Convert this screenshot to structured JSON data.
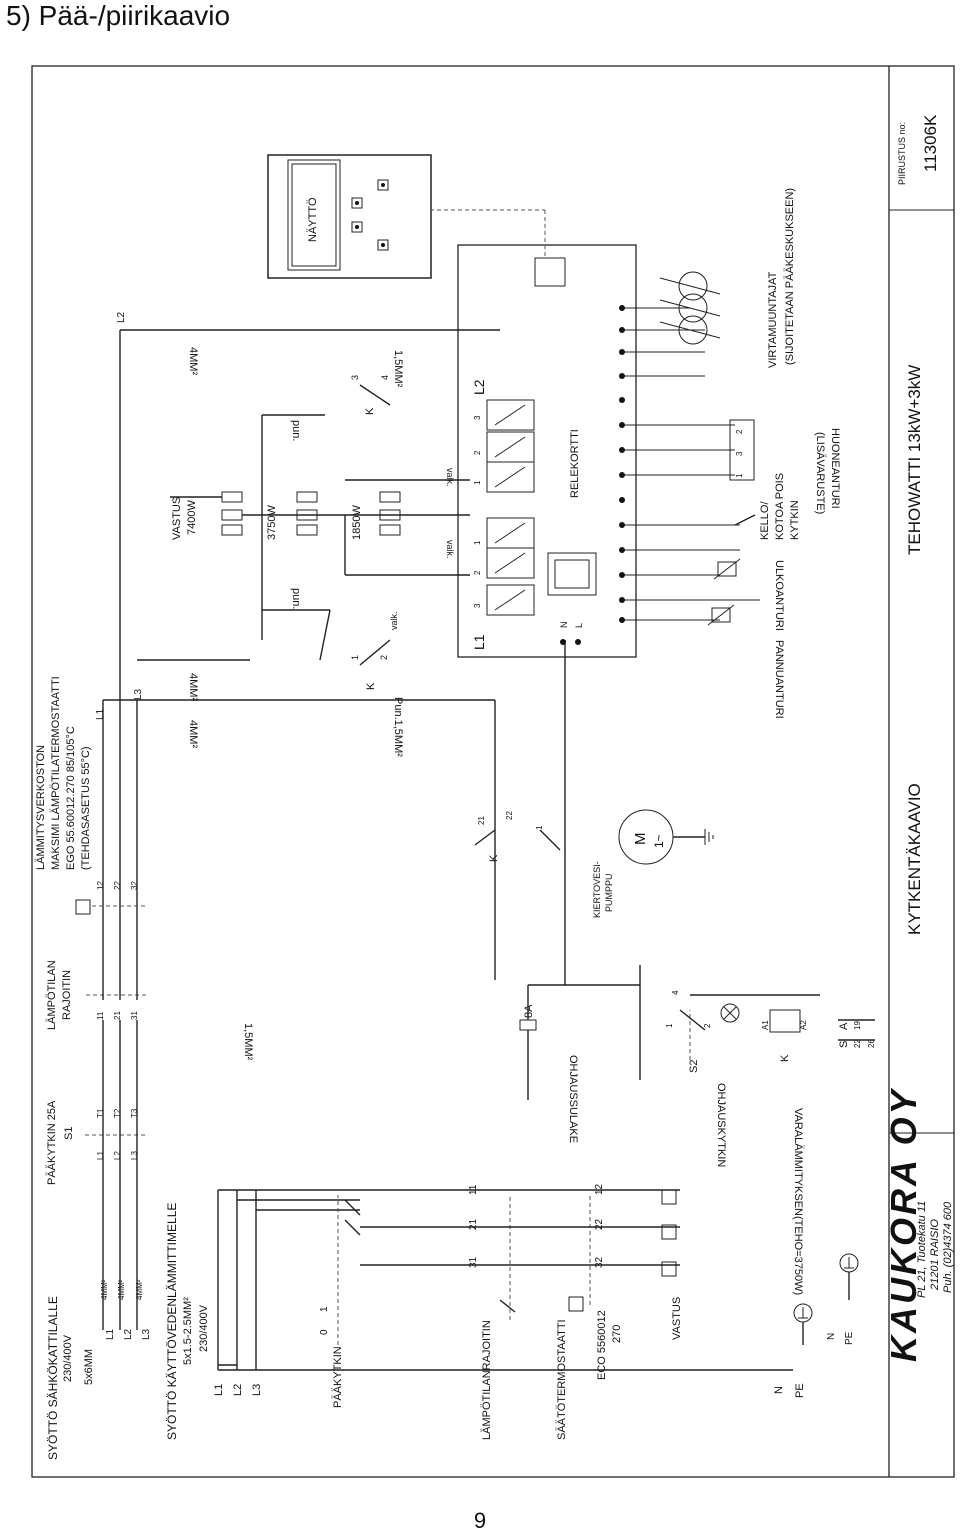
{
  "page": {
    "heading": "5) Pää-/piirikaavio",
    "page_number": "9"
  },
  "title_block": {
    "drawing_label": "PIIRUSTUS no:",
    "drawing_number": "11306K",
    "subtitle": "TEHOWATTI 13kW+3kW",
    "sheet_title": "KYTKENTÄKAAVIO",
    "company_logo_text": "KAUKORA OY",
    "address": [
      "PL 21, Tuotekatu 11",
      "21201 RAISIO",
      "Puh. (02)4374 600"
    ]
  },
  "labels": {
    "supply_title": "SYÖTTÖ SÄHKÖKATTILALLE",
    "supply_voltage": "230/400V",
    "supply_cable": "5x6MM",
    "supply_l1": "L1",
    "supply_l2": "L2",
    "supply_l3": "L3",
    "mm_l1": "4MM²",
    "mm_l2": "4MM²",
    "mm_l3": "4MM²",
    "supply_n": "N",
    "supply_pe": "PE",
    "heater_supply_title": "SYÖTTÖ KÄYTTÖVEDENLÄMMITTIMELLE",
    "heater_supply_cable": "5x1.5-2.5MM²",
    "heater_supply_voltage": "230/400V",
    "heater_l1": "L1",
    "heater_l2": "L2",
    "heater_l3": "L3",
    "heater_n": "N",
    "heater_pe": "PE",
    "main_switch": "PÄÄKYTKIN",
    "ms_0": "0",
    "ms_1": "1",
    "temp_limiter": "LÄMPÖTILANRAJOITIN",
    "control_thermostat": "SÄÄTÖTERMOSTAATTI",
    "eco_code": "ECO 5560012",
    "eco_270": "270",
    "resistor": "VASTUS",
    "t31": "31",
    "t21": "21",
    "t11": "11",
    "t32": "32",
    "t22": "22",
    "t12": "12",
    "s1_title": "PÄÄKYTKIN 25A",
    "s1": "S1",
    "s1_l1": "L1",
    "s1_l2": "L2",
    "s1_l3": "L3",
    "s1_t1": "T1",
    "s1_t2": "T2",
    "s1_t3": "T3",
    "limiter_title": "LÄMPÖTILAN",
    "limiter_title2": "RAJOITIN",
    "lim_11": "11",
    "lim_21": "21",
    "lim_31": "31",
    "net_title": "LÄMMITYSVERKOSTON",
    "net_line2": "MAKSIMI LÄMPÖTILATERMOSTAATTI",
    "net_line3": "EGO 55.60012.270 85/105°C",
    "net_line4": "(TEHDASASETUS 55°C)",
    "net_12": "12",
    "net_22": "22",
    "net_32": "32",
    "bus_l1": "L1",
    "bus_l2": "L2",
    "bus_l3": "L3",
    "wire_4mm_a": "4MM²",
    "wire_4mm_b": "4MM²",
    "wire_4mm_c": "4MM²",
    "wire_15": "1,5MM²",
    "wire_pun": "Pun.1,5MM²",
    "wire_15b": "1,5MM²",
    "fuse": "8A",
    "control_fuse": "OHJAUSSULAKE",
    "control_switch": "OHJAUSKYTKIN",
    "s2": "S2",
    "backup": "VARALÄMMITYKSEN(TEHO=3750W)",
    "sw_1": "1",
    "sw_2": "2",
    "sw_4": "4",
    "k_coil": "K",
    "a1": "A1",
    "a2": "A2",
    "sa_s": "S",
    "sa_a": "A",
    "sa_22": "22",
    "sa_19": "19",
    "sa_26": "26",
    "pump": "KIERTOVESI-",
    "pump2": "PUMPPU",
    "motor": "M",
    "motor_1": "1~",
    "k_contact": "K",
    "kc_21": "21",
    "kc_22": "22",
    "kc_1": "1",
    "vastus_7400": "VASTUS",
    "w7400": "7400W",
    "w3750": "3750W",
    "w1850": "1850W",
    "pun1": "pun.",
    "pun2": "pun.",
    "valk1": "valk.",
    "valk2": "valk.",
    "valk3": "valk.",
    "k_left": "K",
    "k_right": "K",
    "kl_1": "1",
    "kl_2": "2",
    "kr_3": "3",
    "kr_4": "4",
    "relay_card": "RELEKORTTI",
    "rl1": "L1",
    "rl2": "L2",
    "rn": "N",
    "rl": "L",
    "r3a": "3",
    "r2a": "2",
    "r1a": "1",
    "r1b": "1",
    "r2b": "2",
    "r3b": "3",
    "display": "NÄYTTÖ",
    "boiler_sensor": "PANNUANTURI",
    "outdoor_sensor": "ULKOANTURI",
    "clock1": "KELLO/",
    "clock2": "KOTOA POIS",
    "clock3": "KYTKIN",
    "room_sensor": "HUONEANTURI",
    "room_sensor2": "(LISÄVARUSTE)",
    "hs_1": "1",
    "hs_3": "3",
    "hs_2": "2",
    "current_sensors": "VIRTAMUUNTAJAT",
    "current_sensors2": "(SIJOITETAAN PÄÄKESKUKSEEN)"
  }
}
